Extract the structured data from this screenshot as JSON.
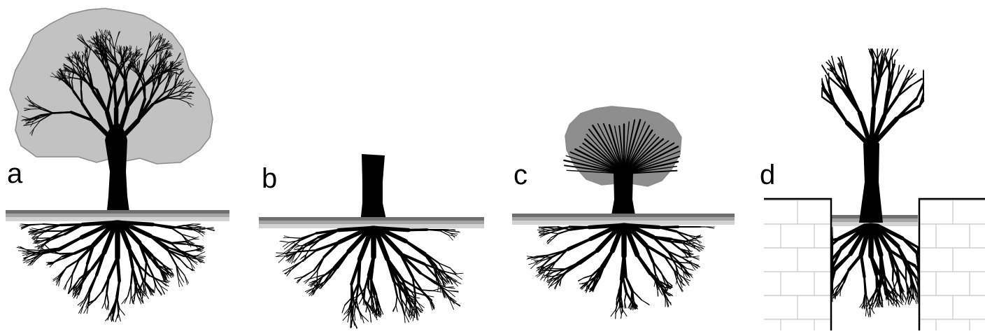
{
  "panels": [
    {
      "id": "a",
      "label": "a"
    },
    {
      "id": "b",
      "label": "b"
    },
    {
      "id": "c",
      "label": "c"
    },
    {
      "id": "d",
      "label": "d"
    }
  ],
  "colors": {
    "silhouette": "#000000",
    "canopy_fill": "#c2c2c2",
    "canopy_fill_dark": "#8e8e8e",
    "canopy_outline": "#8a8a8a",
    "ground_dark": "#6e6e6e",
    "ground_mid": "#a5a5a5",
    "ground_light": "#d2d2d2",
    "wall_line": "#c8c8c8"
  }
}
